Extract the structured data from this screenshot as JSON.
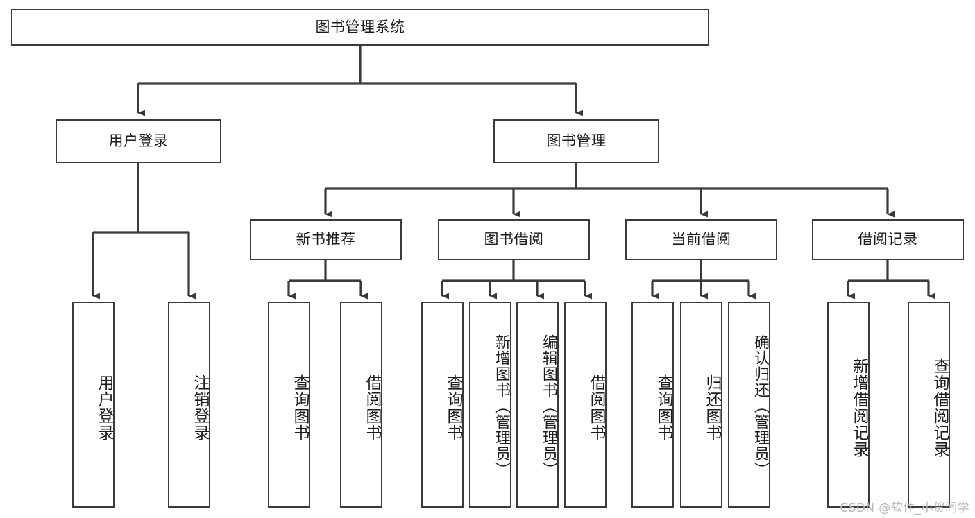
{
  "diagram": {
    "title": "图书管理系统",
    "watermark": "CSDN @软件_小贺同学",
    "line_color": "#3a3a3a",
    "box_border_color": "#3a3a3a",
    "box_fill_color": "#ffffff",
    "background_color": "#ffffff",
    "text_color": "#1c1c1c"
  },
  "nodes": {
    "root": {
      "label": "图书管理系统",
      "orientation": "horizontal"
    },
    "level2": [
      {
        "label": "用户登录",
        "orientation": "horizontal"
      },
      {
        "label": "图书管理",
        "orientation": "horizontal"
      }
    ],
    "level3": [
      {
        "label": "新书推荐",
        "orientation": "horizontal"
      },
      {
        "label": "图书借阅",
        "orientation": "horizontal"
      },
      {
        "label": "当前借阅",
        "orientation": "horizontal"
      },
      {
        "label": "借阅记录",
        "orientation": "horizontal"
      }
    ],
    "leaves_user_login": [
      {
        "label": "用户登录",
        "orientation": "vertical"
      },
      {
        "label": "注销登录",
        "orientation": "vertical"
      }
    ],
    "leaves_new_book": [
      {
        "label": "查询图书",
        "orientation": "vertical"
      },
      {
        "label": "借阅图书",
        "orientation": "vertical"
      }
    ],
    "leaves_borrow": [
      {
        "label": "查询图书",
        "orientation": "vertical"
      },
      {
        "label": "新增图书（管理员）",
        "orientation": "vertical"
      },
      {
        "label": "编辑图书（管理员）",
        "orientation": "vertical"
      },
      {
        "label": "借阅图书",
        "orientation": "vertical"
      }
    ],
    "leaves_current": [
      {
        "label": "查询图书",
        "orientation": "vertical"
      },
      {
        "label": "归还图书",
        "orientation": "vertical"
      },
      {
        "label": "确认归还（管理员）",
        "orientation": "vertical"
      }
    ],
    "leaves_records": [
      {
        "label": "新增借阅记录",
        "orientation": "vertical"
      },
      {
        "label": "查询借阅记录",
        "orientation": "vertical"
      }
    ]
  },
  "chart_data": {
    "type": "tree",
    "title": "图书管理系统",
    "root": "图书管理系统",
    "edges": [
      [
        "图书管理系统",
        "用户登录"
      ],
      [
        "图书管理系统",
        "图书管理"
      ],
      [
        "用户登录",
        "用户登录 (叶)"
      ],
      [
        "用户登录",
        "注销登录"
      ],
      [
        "图书管理",
        "新书推荐"
      ],
      [
        "图书管理",
        "图书借阅"
      ],
      [
        "图书管理",
        "当前借阅"
      ],
      [
        "图书管理",
        "借阅记录"
      ],
      [
        "新书推荐",
        "查询图书"
      ],
      [
        "新书推荐",
        "借阅图书"
      ],
      [
        "图书借阅",
        "查询图书"
      ],
      [
        "图书借阅",
        "新增图书（管理员）"
      ],
      [
        "图书借阅",
        "编辑图书（管理员）"
      ],
      [
        "图书借阅",
        "借阅图书"
      ],
      [
        "当前借阅",
        "查询图书"
      ],
      [
        "当前借阅",
        "归还图书"
      ],
      [
        "当前借阅",
        "确认归还（管理员）"
      ],
      [
        "借阅记录",
        "新增借阅记录"
      ],
      [
        "借阅记录",
        "查询借阅记录"
      ]
    ],
    "depth": 4,
    "node_count": 20
  }
}
